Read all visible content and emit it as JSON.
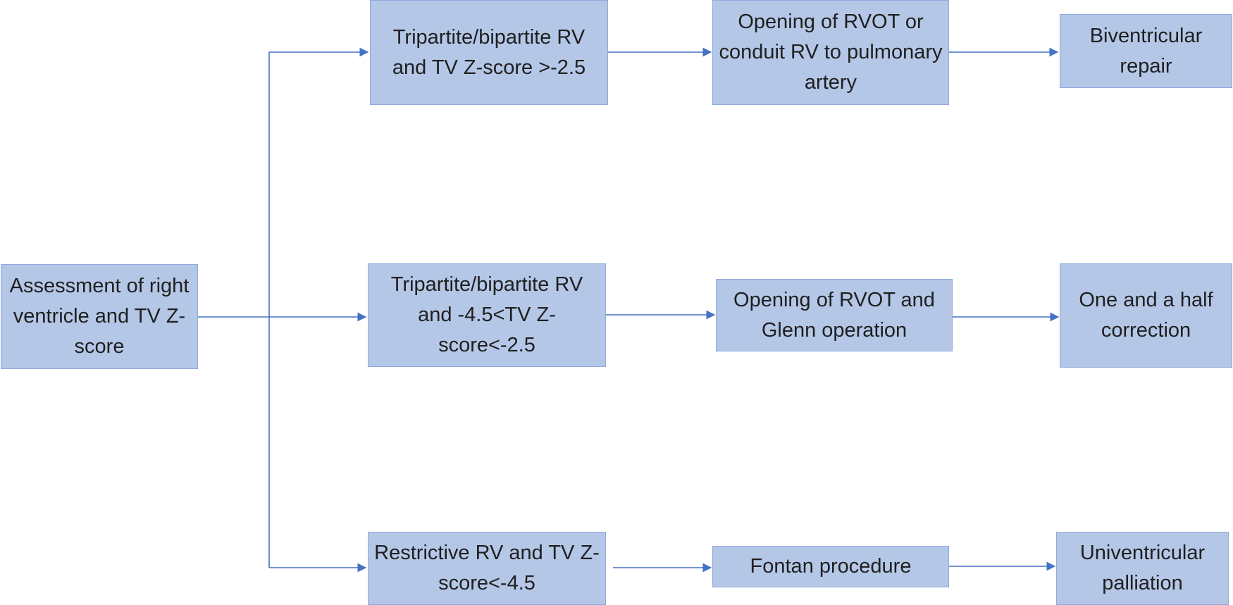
{
  "colors": {
    "node_fill": "#b4c7e7",
    "node_border": "#8faadc",
    "connector": "#4472c4",
    "text": "#1f1f1f"
  },
  "nodes": {
    "assessment": "Assessment of right ventricle and TV Z-score",
    "criteria_biventricular": "Tripartite/bipartite RV and TV Z-score >-2.5",
    "criteria_one_and_half": "Tripartite/bipartite RV and -4.5<TV Z-score<-2.5",
    "criteria_univentricular": "Restrictive RV and TV Z-score<-4.5",
    "procedure_rvot_conduit": "Opening of RVOT or conduit RV to pulmonary artery",
    "procedure_rvot_glenn": "Opening of RVOT and Glenn operation",
    "procedure_fontan": "Fontan procedure",
    "outcome_biventricular": "Biventricular repair",
    "outcome_one_and_half": "One and a half correction",
    "outcome_univentricular": "Univentricular palliation"
  }
}
